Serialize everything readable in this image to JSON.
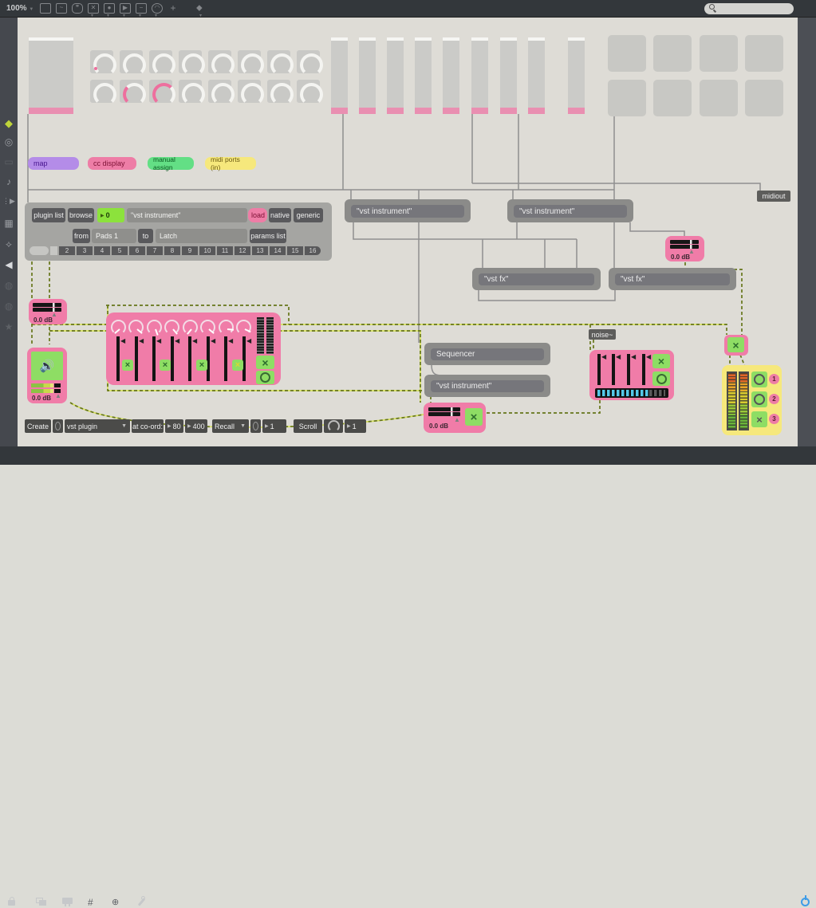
{
  "top_toolbar": {
    "zoom_level": "100%"
  },
  "search": {
    "value": ""
  },
  "colors": {
    "accent_pink": "#f07ca8",
    "accent_green": "#8edd64",
    "purple": "#b48ce8",
    "yellow": "#f6e87c",
    "number_green": "#8ce23c",
    "power_blue": "#3d9ce8"
  },
  "messages": {
    "map": "map",
    "cc_display": "cc display",
    "manual_assign": "manual assign",
    "midi_ports": "midi ports (in)"
  },
  "plugin_panel": {
    "plugin_list": "plugin list",
    "browse": "browse",
    "number_value": "0",
    "instrument_field": "\"vst instrument\"",
    "load": "load",
    "native": "native",
    "generic": "generic",
    "from": "from",
    "pads_menu": "Pads 1",
    "to": "to",
    "mode_menu": "Latch",
    "params_list": "params list",
    "tabs": [
      "2",
      "3",
      "4",
      "5",
      "6",
      "7",
      "8",
      "9",
      "10",
      "11",
      "12",
      "13",
      "14",
      "15",
      "16"
    ]
  },
  "boxes": {
    "vst_instrument": "\"vst instrument\"",
    "vst_fx": "\"vst fx\"",
    "sequencer": "Sequencer",
    "noise": "noise~",
    "midiout": "midiout"
  },
  "gain": {
    "db_label": "0.0 dB"
  },
  "outputs": {
    "n1": "1",
    "n2": "2",
    "n3": "3"
  },
  "control_row": {
    "create": "Create",
    "plugin_menu": "vst plugin",
    "coord_label": "at co-ord:",
    "x_value": "80",
    "y_value": "400",
    "recall": "Recall",
    "recall_value": "1",
    "scroll": "Scroll",
    "scroll_value": "1"
  }
}
